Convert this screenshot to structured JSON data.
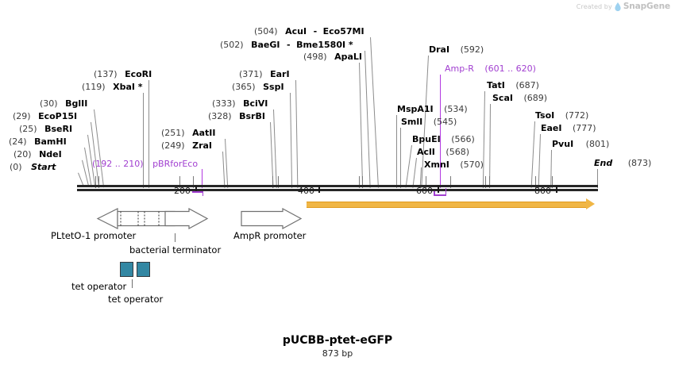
{
  "watermark": {
    "created_by": "Created by",
    "brand": "SnapGene",
    "drop_color": "#9ed2f0"
  },
  "plasmid": {
    "name": "pUCBB-ptet-eGFP",
    "length_label": "873 bp",
    "length_bp": 873,
    "start_label": "Start",
    "start_pos": "(0)",
    "end_label": "End",
    "end_pos": "(873)"
  },
  "colors": {
    "backbone": "#262626",
    "leader": "#8c8c8c",
    "purple": "#a13fd0",
    "ampr_orange": "#f0b645",
    "ampr_orange_edge": "#e09a1d",
    "operator_teal": "#3287a3",
    "operator_border": "#333a40"
  },
  "ruler": {
    "ticks": [
      {
        "label": "200",
        "value": 200
      },
      {
        "label": "400",
        "value": 400
      },
      {
        "label": "600",
        "value": 600
      },
      {
        "label": "800",
        "value": 800
      }
    ]
  },
  "sites": {
    "left_stack": [
      {
        "pos": "(30)",
        "name": "BglII"
      },
      {
        "pos": "(29)",
        "name": "EcoP15I"
      },
      {
        "pos": "(25)",
        "name": "BseRI"
      },
      {
        "pos": "(24)",
        "name": "BamHI"
      },
      {
        "pos": "(20)",
        "name": "NdeI"
      }
    ],
    "ecori_block": [
      {
        "pos": "(137)",
        "name": "EcoRI"
      },
      {
        "pos": "(119)",
        "name": "XbaI *"
      }
    ],
    "aatii_block": [
      {
        "pos": "(251)",
        "name": "AatII"
      },
      {
        "pos": "(249)",
        "name": "ZraI"
      }
    ],
    "bcivi_block": [
      {
        "pos": "(333)",
        "name": "BciVI"
      },
      {
        "pos": "(328)",
        "name": "BsrBI"
      }
    ],
    "eari_block": [
      {
        "pos": "(371)",
        "name": "EarI"
      },
      {
        "pos": "(365)",
        "name": "SspI"
      }
    ],
    "top_block": [
      {
        "pos": "(504)",
        "name": "AcuI",
        "sep": "-",
        "name2": "Eco57MI"
      },
      {
        "pos": "(502)",
        "name": "BaeGI",
        "sep": "-",
        "name2": "Bme1580I *"
      },
      {
        "pos": "(498)",
        "name": "ApaLI"
      }
    ],
    "mspa_block": [
      {
        "name": "MspA1I",
        "pos": "(534)"
      },
      {
        "name": "SmlI",
        "pos": "(545)"
      },
      {
        "name": "BpuEI",
        "pos": "(566)"
      },
      {
        "name": "AclI",
        "pos": "(568)"
      },
      {
        "name": "XmnI",
        "pos": "(570)"
      }
    ],
    "drai": {
      "name": "DraI",
      "pos": "(592)"
    },
    "tat_block": [
      {
        "name": "TatI",
        "pos": "(687)"
      },
      {
        "name": "ScaI",
        "pos": "(689)"
      }
    ],
    "tso_block": [
      {
        "name": "TsoI",
        "pos": "(772)"
      },
      {
        "name": "EaeI",
        "pos": "(777)"
      },
      {
        "name": "PvuI",
        "pos": "(801)"
      }
    ]
  },
  "primers": [
    {
      "range": "(192 .. 210)",
      "name": "pBRforEco",
      "start": 192,
      "end": 210
    },
    {
      "name": "Amp-R",
      "range": "(601 .. 620)",
      "start": 601,
      "end": 620
    }
  ],
  "features": [
    {
      "label": "PLtetO-1 promoter",
      "type": "promoter",
      "direction": "left"
    },
    {
      "label": "bacterial terminator",
      "type": "terminator",
      "direction": "right"
    },
    {
      "label": "AmpR promoter",
      "type": "promoter",
      "direction": "right"
    },
    {
      "label": "tet operator",
      "type": "operator"
    },
    {
      "label": "tet operator",
      "type": "operator"
    }
  ]
}
